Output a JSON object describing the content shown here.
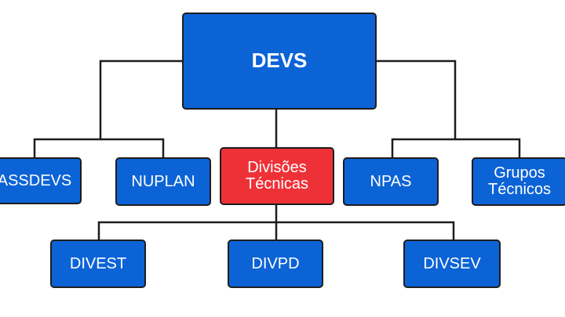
{
  "root": {
    "label": "DEVS"
  },
  "level1": [
    {
      "label": "ASSDEVS"
    },
    {
      "label": "NUPLAN"
    },
    {
      "label": "Divisões Técnicas"
    },
    {
      "label": "NPAS"
    },
    {
      "label": "Grupos Técnicos"
    }
  ],
  "level2": [
    {
      "label": "DIVEST"
    },
    {
      "label": "DIVPD"
    },
    {
      "label": "DIVSEV"
    }
  ],
  "colors": {
    "node_fill": "#0c63d6",
    "highlight_fill": "#ee3137",
    "border": "#1d1d1d",
    "text": "#ffffff"
  }
}
